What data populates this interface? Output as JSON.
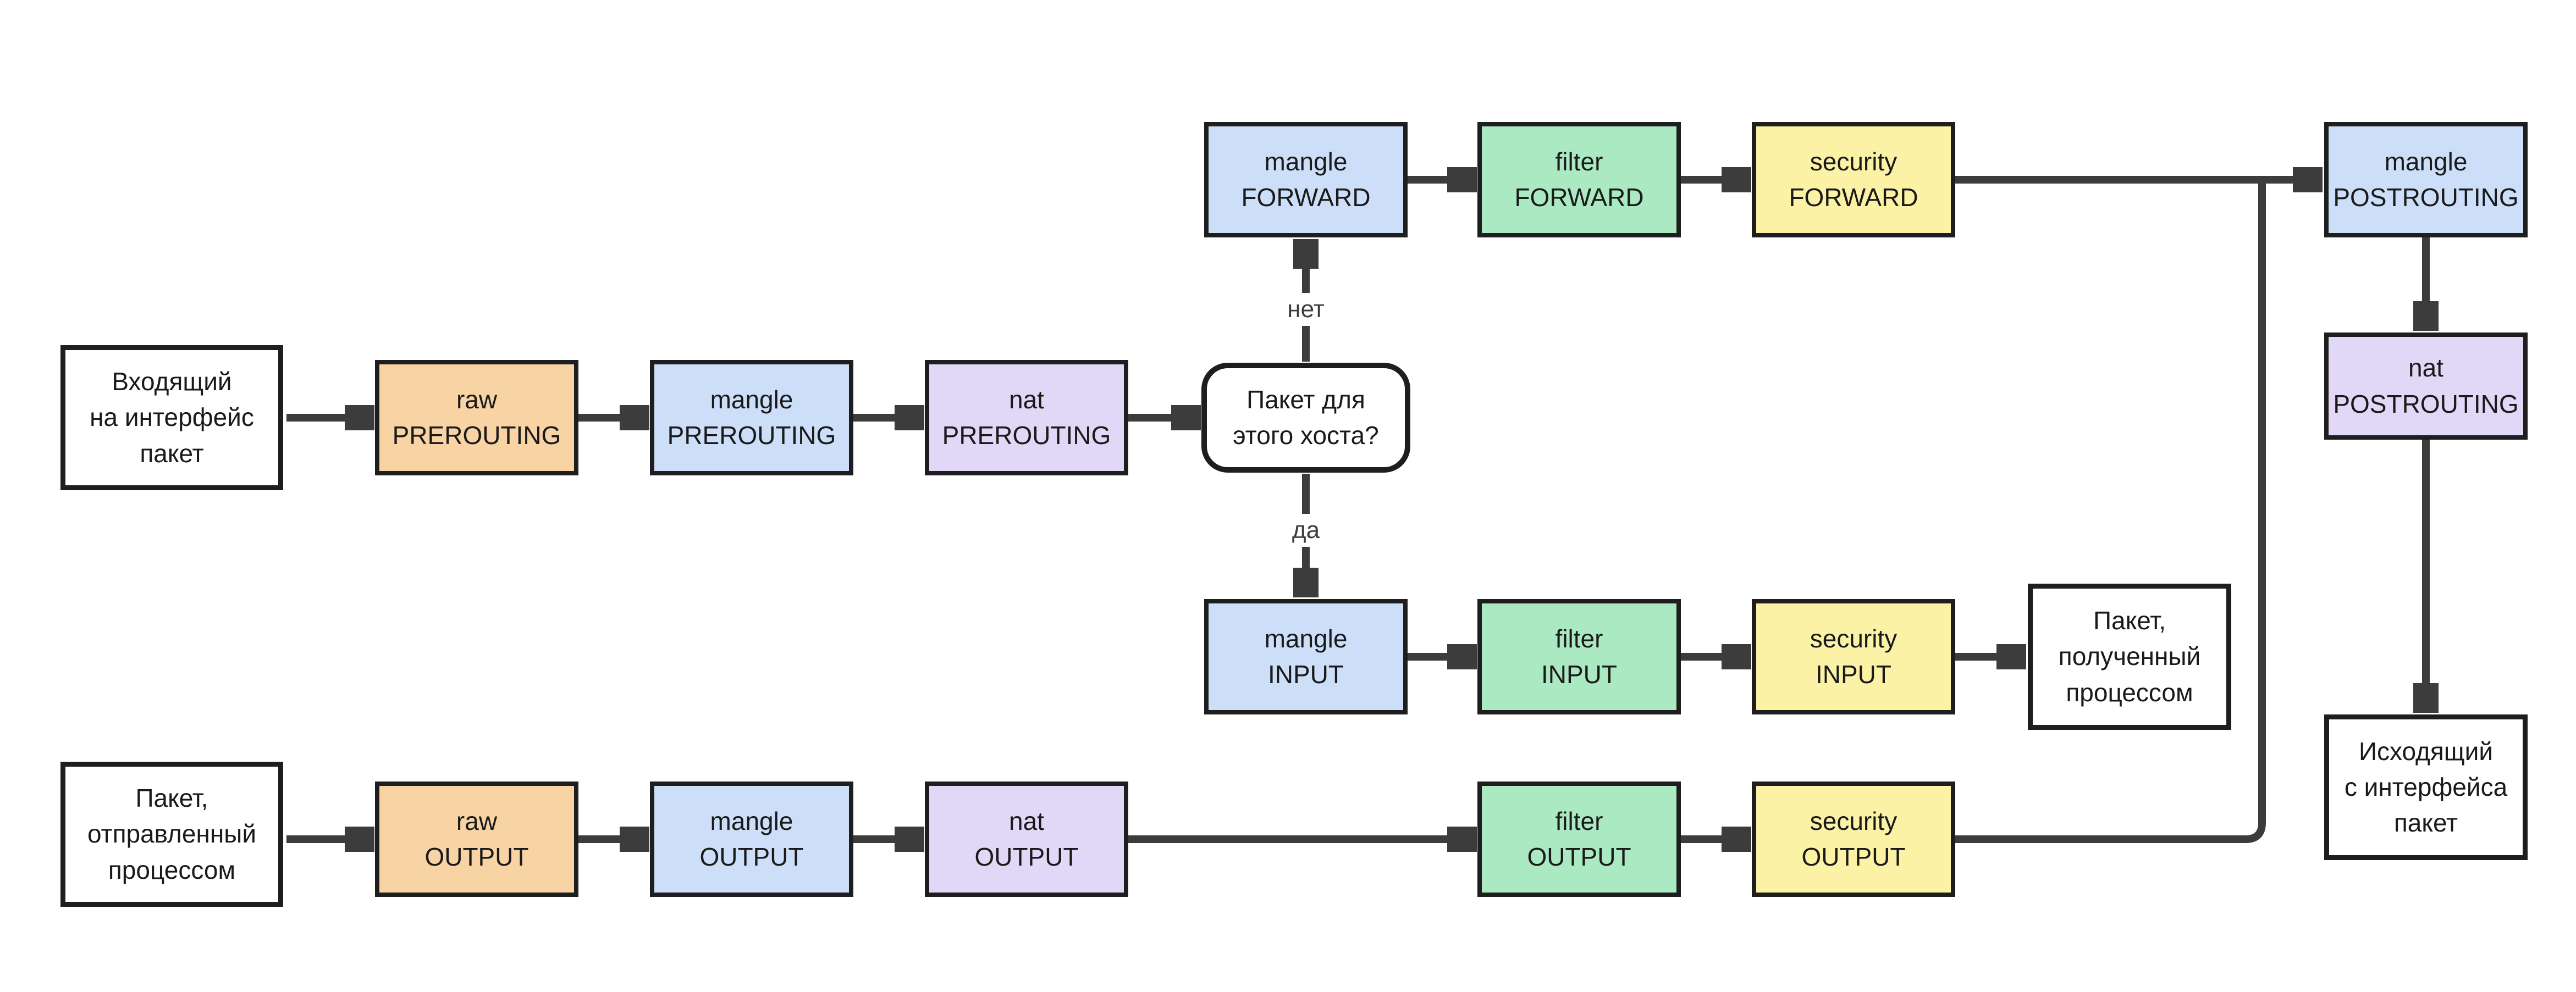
{
  "diagram": {
    "description": "iptables/netfilter packet flow",
    "nodes": {
      "incoming_packet": {
        "label": "Входящий\nна интерфейс\nпакет",
        "kind": "endpoint"
      },
      "raw_prerouting": {
        "label": "raw\nPREROUTING",
        "table": "raw"
      },
      "mangle_prerouting": {
        "label": "mangle\nPREROUTING",
        "table": "mangle"
      },
      "nat_prerouting": {
        "label": "nat\nPREROUTING",
        "table": "nat"
      },
      "routing_decision": {
        "label": "Пакет для\nэтого хоста?",
        "kind": "decision"
      },
      "mangle_forward": {
        "label": "mangle\nFORWARD",
        "table": "mangle"
      },
      "filter_forward": {
        "label": "filter\nFORWARD",
        "table": "filter"
      },
      "security_forward": {
        "label": "security\nFORWARD",
        "table": "security"
      },
      "mangle_postrouting": {
        "label": "mangle\nPOSTROUTING",
        "table": "mangle"
      },
      "nat_postrouting": {
        "label": "nat\nPOSTROUTING",
        "table": "nat"
      },
      "outgoing_packet": {
        "label": "Исходящий\nс интерфейса\nпакет",
        "kind": "endpoint"
      },
      "mangle_input": {
        "label": "mangle\nINPUT",
        "table": "mangle"
      },
      "filter_input": {
        "label": "filter\nINPUT",
        "table": "filter"
      },
      "security_input": {
        "label": "security\nINPUT",
        "table": "security"
      },
      "received_packet": {
        "label": "Пакет,\nполученный\nпроцессом",
        "kind": "endpoint"
      },
      "sent_packet": {
        "label": "Пакет,\nотправленный\nпроцессом",
        "kind": "endpoint"
      },
      "raw_output": {
        "label": "raw\nOUTPUT",
        "table": "raw"
      },
      "mangle_output": {
        "label": "mangle\nOUTPUT",
        "table": "mangle"
      },
      "nat_output": {
        "label": "nat\nOUTPUT",
        "table": "nat"
      },
      "filter_output": {
        "label": "filter\nOUTPUT",
        "table": "filter"
      },
      "security_output": {
        "label": "security\nOUTPUT",
        "table": "security"
      }
    },
    "edge_labels": {
      "no": "нет",
      "yes": "да"
    },
    "colors": {
      "raw": "#f8d3a4",
      "mangle": "#cddff8",
      "nat": "#e1d7f6",
      "filter": "#abe9c3",
      "security": "#fbf2a6",
      "endpoint": "#ffffff",
      "border": "#1e1e1e",
      "connector": "#3c3c3c",
      "background": "#ffffff"
    }
  }
}
